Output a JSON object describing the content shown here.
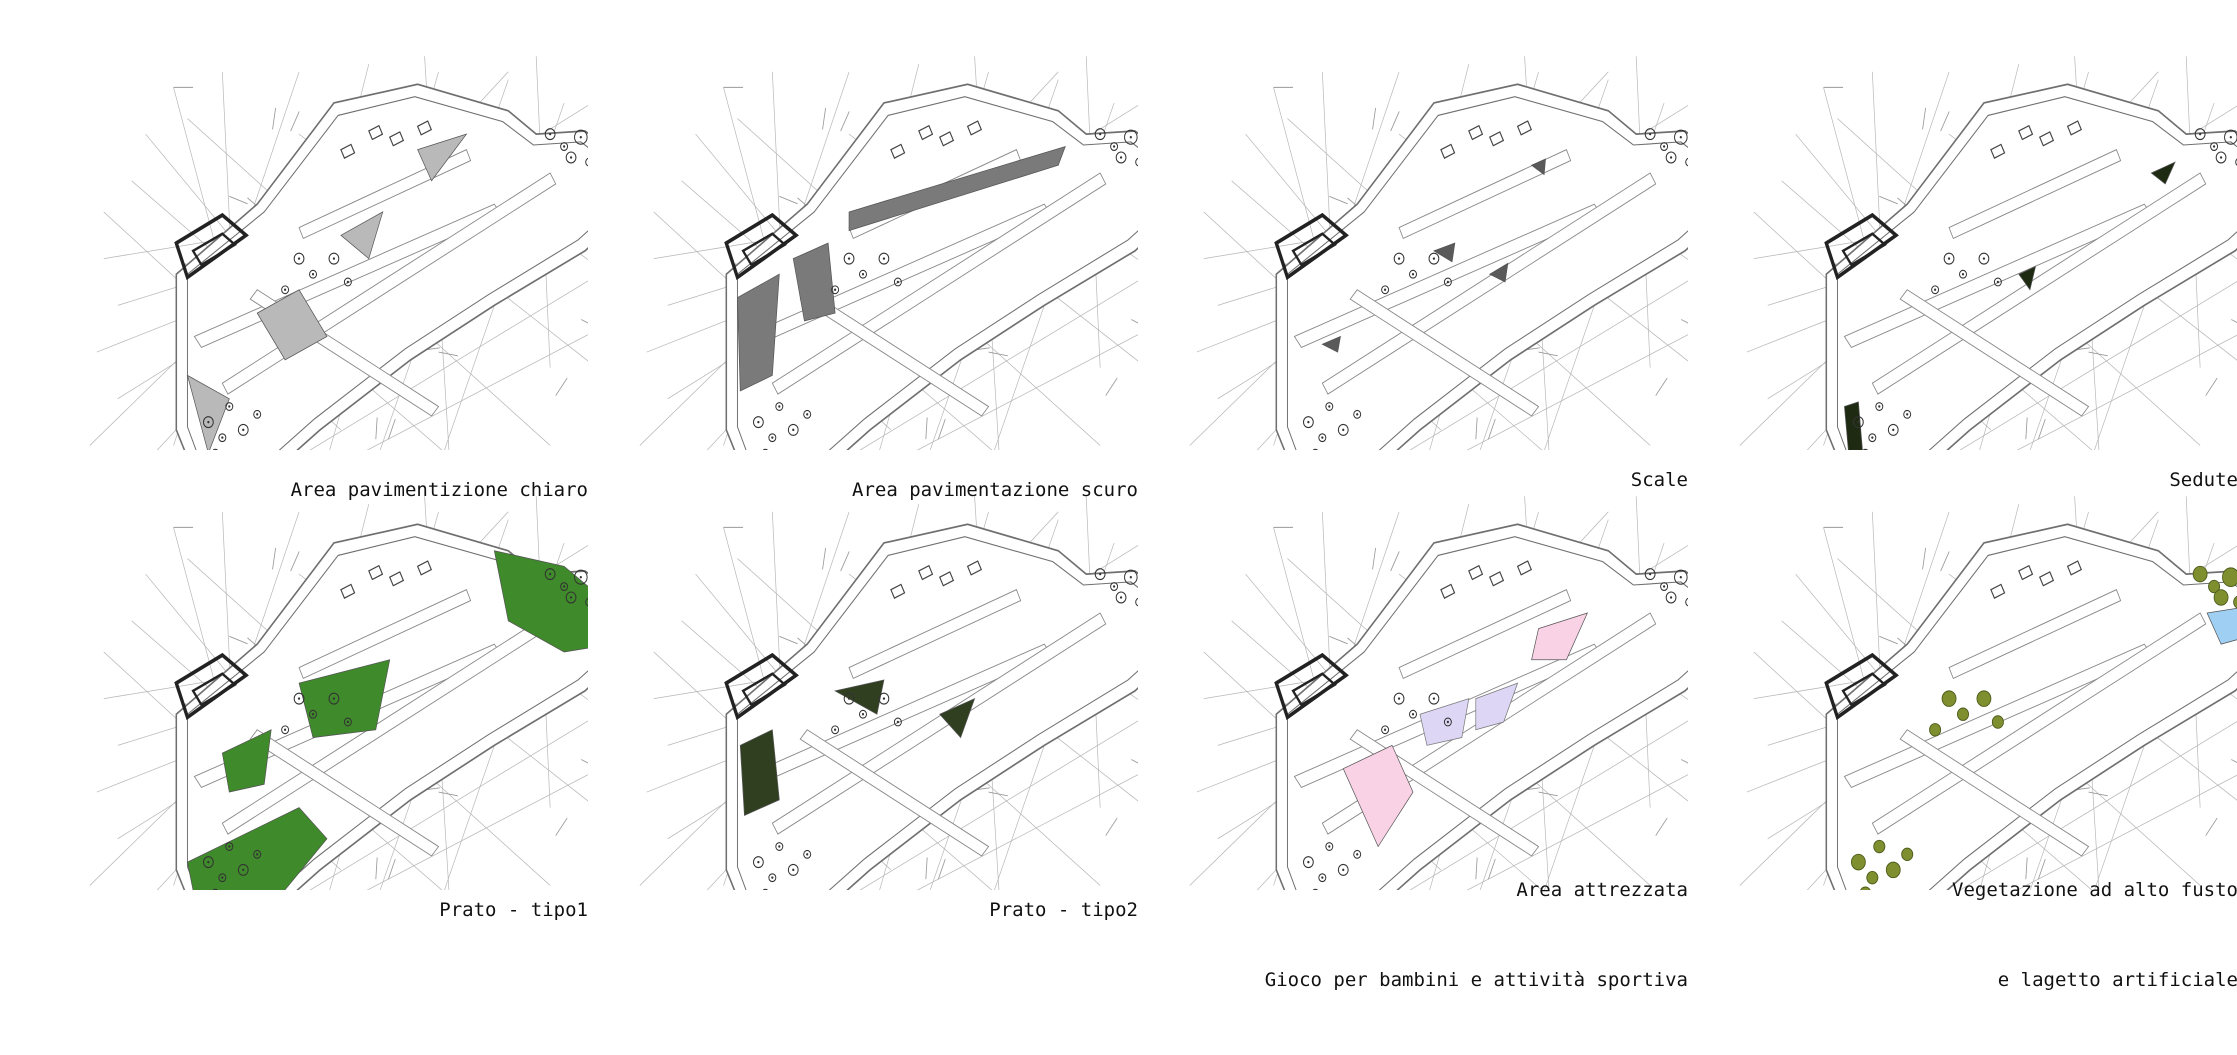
{
  "colors": {
    "line": "#6f6f6f",
    "paving_light": "#b9b9b9",
    "paving_dark": "#7a7a7a",
    "stairs": "#5a5a5a",
    "seating": "#1f2a12",
    "lawn_type1": "#3f8a2a",
    "lawn_type2": "#2f3f1f",
    "play_area_pink": "#f9d2e6",
    "sport_area_lilac": "#ddd6f4",
    "trees": "#7f8f2f",
    "pond": "#9fd0f4"
  },
  "panels": [
    {
      "key": "paving_light",
      "lines": [
        "Area pavimentizione chiaro"
      ]
    },
    {
      "key": "paving_dark",
      "lines": [
        "Area pavimentazione scuro"
      ]
    },
    {
      "key": "stairs",
      "lines": [
        "Scale"
      ]
    },
    {
      "key": "seating",
      "lines": [
        "Sedute"
      ]
    },
    {
      "key": "lawn_type1",
      "lines": [
        "Prato - tipo1"
      ]
    },
    {
      "key": "lawn_type2",
      "lines": [
        "Prato - tipo2"
      ]
    },
    {
      "key": "play_area",
      "lines": [
        "Area attrezzata",
        "Gioco per bambini e attività sportiva"
      ]
    },
    {
      "key": "trees_pond",
      "lines": [
        "Vegetazione ad alto fusto",
        "e lagetto artificiale"
      ]
    }
  ]
}
